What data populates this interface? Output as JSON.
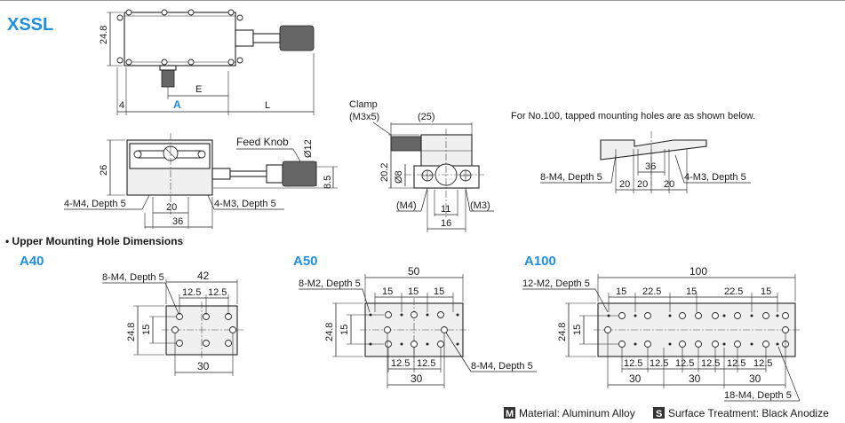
{
  "model": "XSSL",
  "top_view": {
    "dim_height": "24.8",
    "dim_e": "E",
    "dim_4": "4",
    "dim_a": "A",
    "dim_l": "L"
  },
  "side_view": {
    "dim_26": "26",
    "feed_knob": "Feed Knob",
    "dim_phi12": "Ø12",
    "dim_8_5": "8.5",
    "label_m4": "4-M4, Depth 5",
    "dim_20": "20",
    "label_m3": "4-M3, Depth 5",
    "dim_36": "36"
  },
  "end_view": {
    "clamp_line1": "Clamp",
    "clamp_line2": "(M3x5)",
    "dim_25": "(25)",
    "dim_20_2": "20.2",
    "dim_phi8": "Ø8",
    "m4": "(M4)",
    "dim_11": "11",
    "m3": "(M3)",
    "dim_16": "16"
  },
  "no100": {
    "note": "For No.100, tapped mounting holes are as shown below.",
    "dim_36": "36",
    "label_m4": "8-M4, Depth 5",
    "label_m3": "4-M3, Depth 5",
    "dims": [
      "20",
      "20",
      "20"
    ]
  },
  "upper_heading": "• Upper Mounting Hole Dimensions",
  "a40": {
    "title": "A40",
    "label": "8-M4, Depth 5",
    "dim_42": "42",
    "dim_12_5a": "12.5",
    "dim_12_5b": "12.5",
    "dim_24_8": "24.8",
    "dim_15": "15",
    "dim_30": "30"
  },
  "a50": {
    "title": "A50",
    "label_m2": "8-M2, Depth 5",
    "dim_50": "50",
    "top_dims": [
      "15",
      "15",
      "15"
    ],
    "dim_24_8": "24.8",
    "dim_15": "15",
    "bottom_dims": [
      "12.5",
      "12.5"
    ],
    "label_m4": "8-M4, Depth 5",
    "dim_30": "30"
  },
  "a100": {
    "title": "A100",
    "label_m2": "12-M2, Depth 5",
    "dim_100": "100",
    "top_dims": [
      "15",
      "22.5",
      "15",
      "22.5",
      "15"
    ],
    "dim_24_8": "24.8",
    "dim_15": "15",
    "bottom_dims": [
      "12.5",
      "12.5",
      "12.5",
      "12.5",
      "12.5",
      "12.5"
    ],
    "dim_30s": [
      "30",
      "30",
      "30"
    ],
    "label_m4": "18-M4, Depth 5"
  },
  "legend": {
    "m_badge": "M",
    "material": "Material: Aluminum Alloy",
    "s_badge": "S",
    "surface": "Surface Treatment: Black Anodize"
  }
}
